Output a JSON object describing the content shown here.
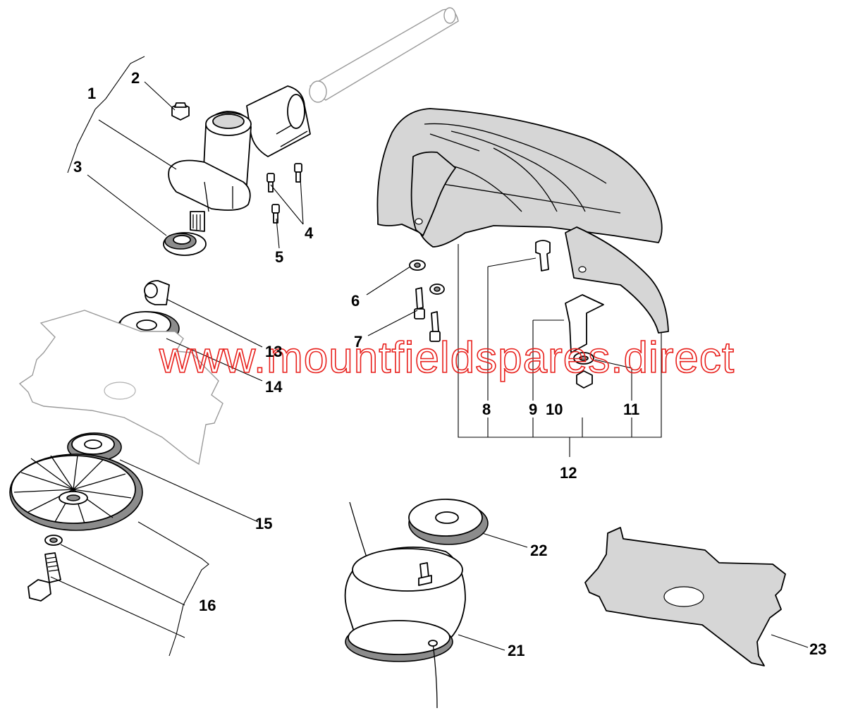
{
  "watermark": "www.mountfieldspares.direct",
  "callouts": [
    {
      "id": "1",
      "text": "1"
    },
    {
      "id": "2",
      "text": "2"
    },
    {
      "id": "3",
      "text": "3"
    },
    {
      "id": "4",
      "text": "4"
    },
    {
      "id": "5",
      "text": "5"
    },
    {
      "id": "6",
      "text": "6"
    },
    {
      "id": "7",
      "text": "7"
    },
    {
      "id": "8",
      "text": "8"
    },
    {
      "id": "9",
      "text": "9"
    },
    {
      "id": "10",
      "text": "10"
    },
    {
      "id": "11",
      "text": "11"
    },
    {
      "id": "12",
      "text": "12"
    },
    {
      "id": "13",
      "text": "13"
    },
    {
      "id": "14",
      "text": "14"
    },
    {
      "id": "15",
      "text": "15"
    },
    {
      "id": "16",
      "text": "16"
    },
    {
      "id": "21",
      "text": "21"
    },
    {
      "id": "22",
      "text": "22"
    },
    {
      "id": "23",
      "text": "23"
    }
  ],
  "colors": {
    "watermark": "#e8201c",
    "guard": "#d6d6d6",
    "ink": "#000000"
  }
}
